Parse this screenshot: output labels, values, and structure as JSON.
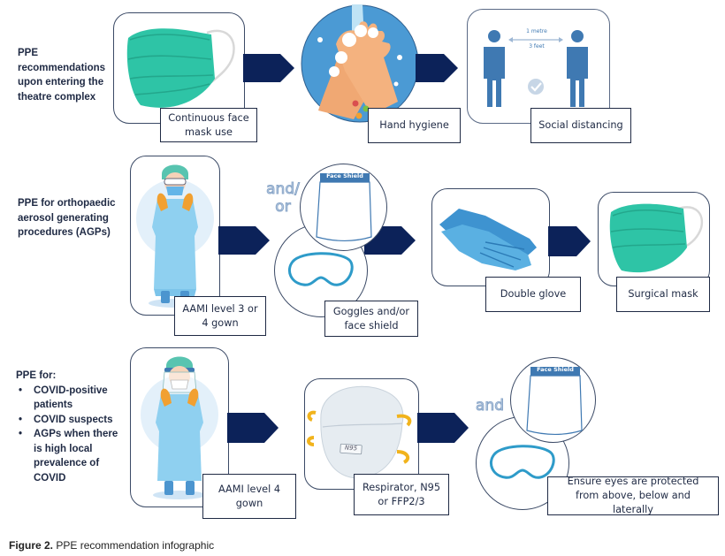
{
  "colors": {
    "arrow": "#0c2259",
    "card_border": "#3b4a66",
    "text": "#1f2a44",
    "mask": "#2ec4a6",
    "gown": "#8fd0f0",
    "glove": "#4aa6d8",
    "connector_text": "#c9d9ec"
  },
  "rows": [
    {
      "heading": [
        "PPE",
        "recommendations",
        "upon entering the",
        "theatre complex"
      ],
      "steps": [
        {
          "icon": "face-mask-icon",
          "label": "Continuous face mask use"
        },
        {
          "icon": "hand-washing-icon",
          "label": "Hand hygiene"
        },
        {
          "icon": "social-distancing-icon",
          "label": "Social distancing",
          "illustration_text": {
            "top": "1 metre",
            "bottom": "3 feet"
          }
        }
      ]
    },
    {
      "heading": [
        "PPE for orthopaedic",
        "aerosol generating",
        "procedures (AGPs)"
      ],
      "steps": [
        {
          "icon": "surgeon-gown-icon",
          "label": "AAMI level  3 or 4 gown"
        },
        {
          "icon": "goggles-face-shield-icon",
          "label": "Goggles and/or face shield",
          "connector": "and/ or",
          "shield_text": "Face Shield"
        },
        {
          "icon": "gloves-icon",
          "label": "Double glove"
        },
        {
          "icon": "surgical-mask-icon",
          "label": "Surgical mask"
        }
      ]
    },
    {
      "heading_title": "PPE for:",
      "bullets": [
        "COVID-positive patients",
        "COVID suspects",
        "AGPs when there is high local prevalence of COVID"
      ],
      "steps": [
        {
          "icon": "surgeon-gown-face-shield-icon",
          "label": "AAMI level 4 gown"
        },
        {
          "icon": "n95-respirator-icon",
          "label": "Respirator, N95 or FFP2/3",
          "respirator_text": "N95"
        },
        {
          "icon": "goggles-face-shield-icon",
          "label": "Ensure eyes are protected from above, below and laterally",
          "connector": "and",
          "shield_text": "Face Shield"
        }
      ]
    }
  ],
  "caption": {
    "prefix": "Figure 2.",
    "text": " PPE recommendation infographic"
  }
}
